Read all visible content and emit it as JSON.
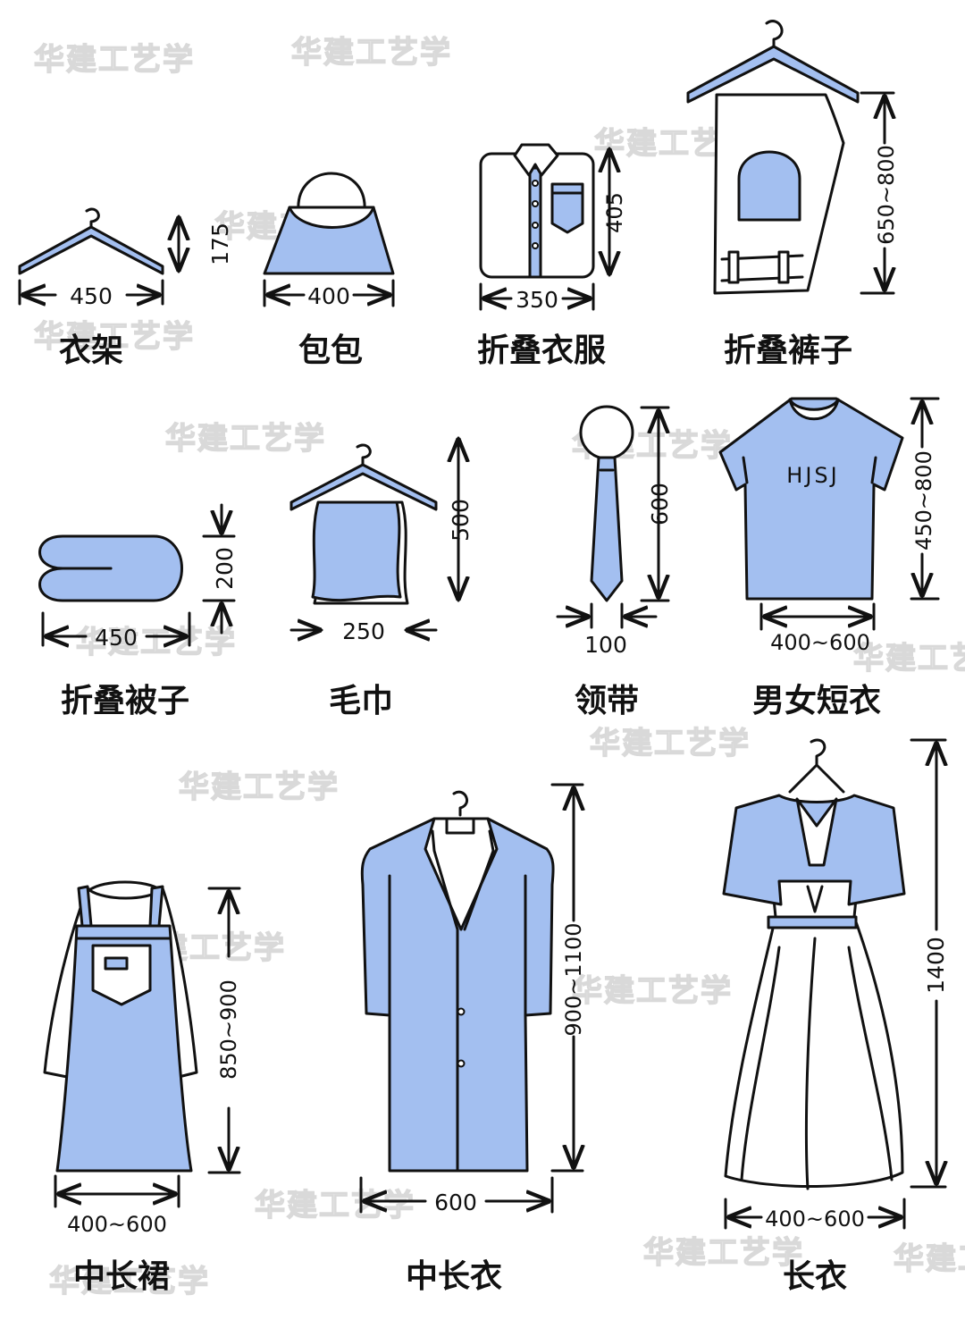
{
  "colors": {
    "item_fill": "#a3bff0",
    "outline": "#111111",
    "background": "#ffffff",
    "watermark": "#d9d9d9"
  },
  "watermark": "华建工艺学",
  "items": {
    "hanger": {
      "label": "衣架",
      "width": "450",
      "height": "175"
    },
    "bag": {
      "label": "包包",
      "width": "400"
    },
    "shirt": {
      "label": "折叠衣服",
      "width": "350",
      "height": "405"
    },
    "pants": {
      "label": "折叠裤子",
      "height": "650~800"
    },
    "quilt": {
      "label": "折叠被子",
      "width": "450",
      "height": "200"
    },
    "towel": {
      "label": "毛巾",
      "width": "250",
      "height": "500"
    },
    "tie": {
      "label": "领带",
      "width": "100",
      "height": "600"
    },
    "tshirt": {
      "label": "男女短衣",
      "width": "400~600",
      "height": "450~800",
      "print": "HJSJ"
    },
    "dress": {
      "label": "中长裙",
      "width": "400~600",
      "height": "850~900"
    },
    "coat": {
      "label": "中长衣",
      "width": "600",
      "height": "900~1100"
    },
    "longdress": {
      "label": "长衣",
      "width": "400~600",
      "height": "1400"
    }
  }
}
